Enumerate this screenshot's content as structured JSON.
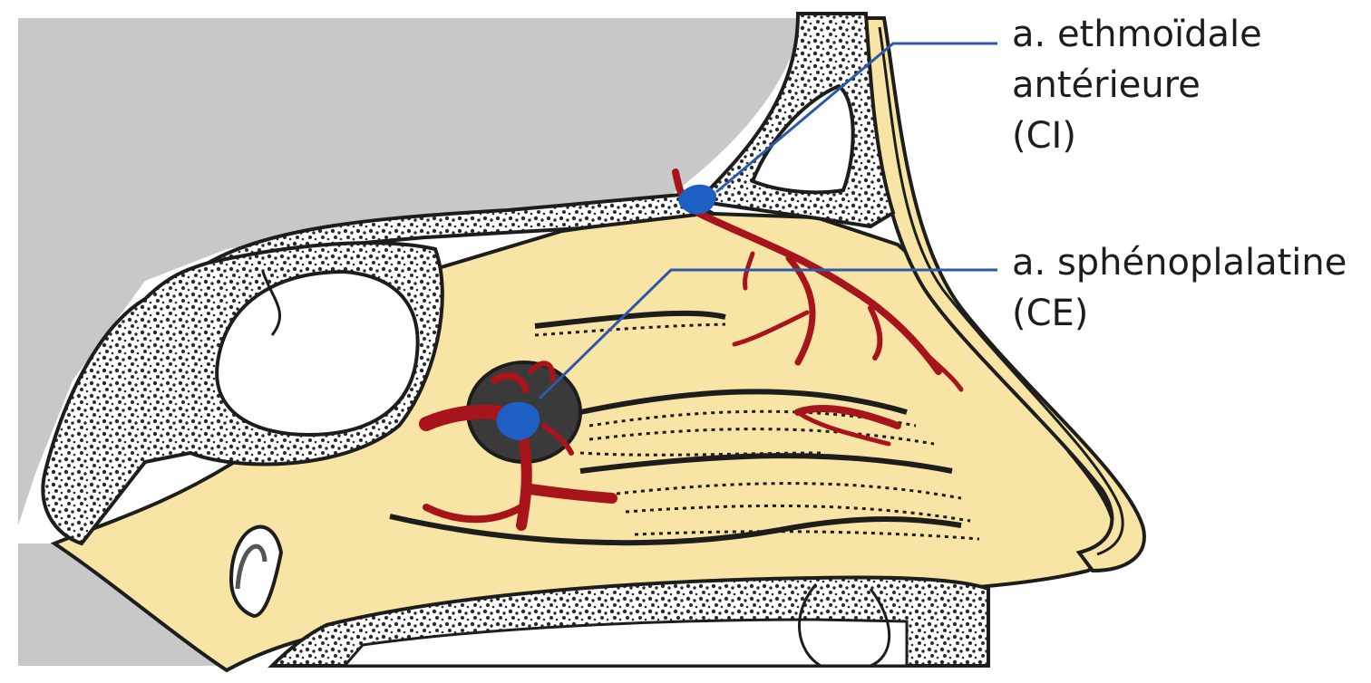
{
  "colors": {
    "background_gray": "#c8c8c8",
    "mucosa_yellow": "#f8e4a4",
    "bone_fill": "#ffffff",
    "bone_speckle": "#2a2a2a",
    "artery_red": "#a8141c",
    "bleeding_point_blue": "#1e5fc4",
    "leader_line_blue": "#2c5aa8",
    "outline_black": "#1d1d1b"
  },
  "labels": {
    "ethmoidal": {
      "line1": "a. ethmoïdale",
      "line2": "antérieure",
      "line3": "(CI)"
    },
    "sphenopalatine": {
      "line1": "a. sphénoplalatine",
      "line2": "(CE)"
    }
  }
}
